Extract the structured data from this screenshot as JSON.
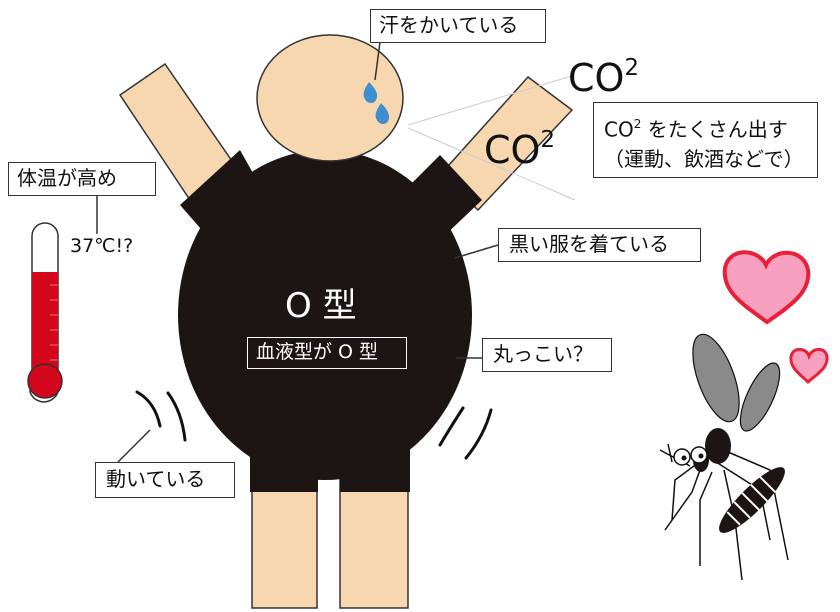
{
  "colors": {
    "skin": "#f6d7b0",
    "body": "#1c1513",
    "outline": "#333333",
    "sweat": "#3f8fcf",
    "thermo_red": "#d3061b",
    "heart_fill": "#f7a0c0",
    "heart_stroke": "#e8203a",
    "mosquito_wing": "#8a8a8a"
  },
  "labels": {
    "sweat": "汗をかいている",
    "co2_top_base": "CO",
    "co2_top_sup": "2",
    "co2_mid_base": "CO",
    "co2_mid_sup": "2",
    "co2_box_base": "CO",
    "co2_box_sup": "2",
    "co2_box_rest": " をたくさん出す",
    "co2_box_line2": "（運動、飲酒などで）",
    "temperature": "体温が高め",
    "temperature_value": "37℃!?",
    "black_clothes": "黒い服を着ている",
    "body_type_big": "O 型",
    "blood_type": "血液型が O 型",
    "round": "丸っこい？",
    "moving": "動いている"
  },
  "icons": [
    "sweat-drop-icon",
    "thermometer-icon",
    "heart-icon",
    "mosquito-icon"
  ]
}
